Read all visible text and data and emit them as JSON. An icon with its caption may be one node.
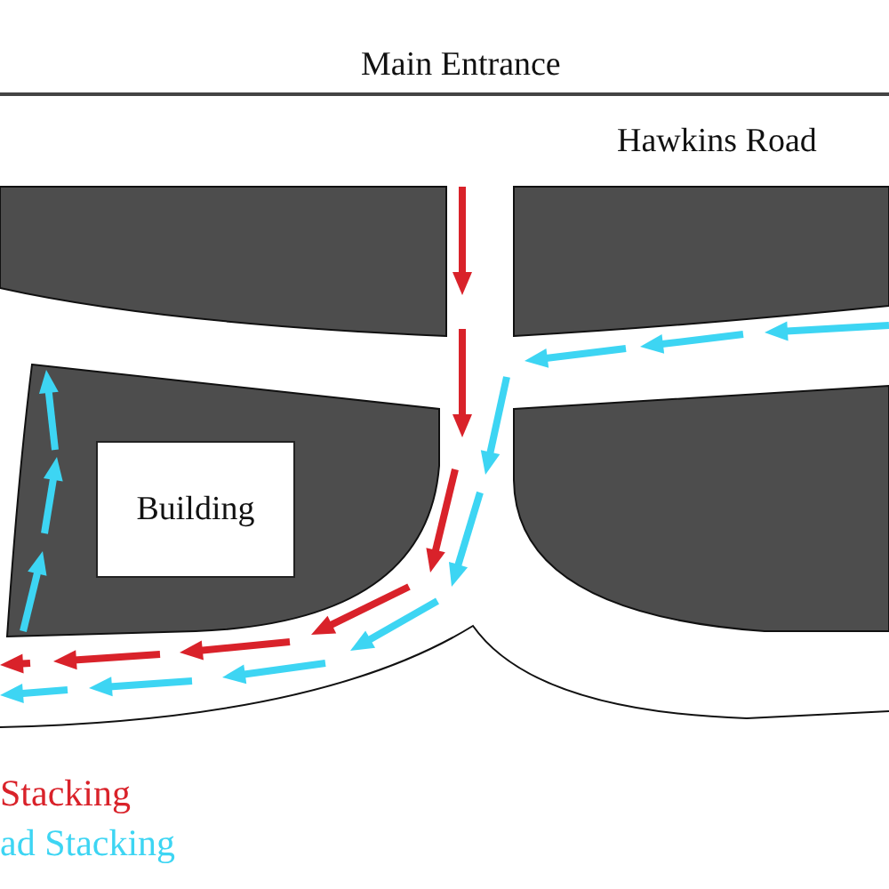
{
  "diagram": {
    "nodes": [
      {
        "text": [
          "Building"
        ]
      }
    ],
    "edges": [],
    "labels": [
      "Main Entrance",
      "Hawkins Road"
    ],
    "legend": [
      {
        "text": "Stacking",
        "color": "#d9222a"
      },
      {
        "text": "ad Stacking",
        "color": "#3dd5f3"
      }
    ]
  }
}
